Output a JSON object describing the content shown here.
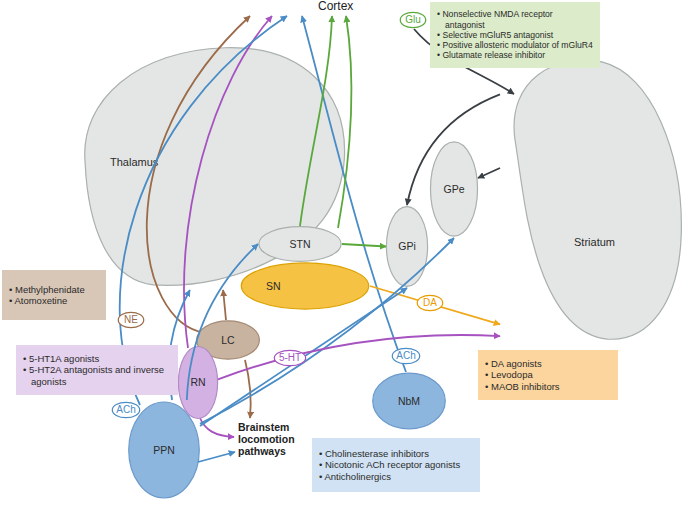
{
  "diagram": {
    "nodes": [
      {
        "text": [
          "• Nonselective NMDA receptor antagonist",
          "• Selective mGluR5 antagonist",
          "• Positive allosteric modulator of mGluR4",
          "• Glutamate release inhibitor"
        ]
      },
      {
        "text": [
          "Glu"
        ]
      },
      {
        "text": [
          "Thalamus"
        ]
      },
      {
        "text": [
          "Striatum"
        ]
      },
      {
        "text": [
          "GPe"
        ]
      },
      {
        "text": [
          "GPi"
        ]
      },
      {
        "text": [
          "STN"
        ]
      },
      {
        "text": [
          "SN"
        ]
      },
      {
        "text": [
          "NE"
        ]
      },
      {
        "text": [
          "• Methylphenidate",
          "• Atomoxetine"
        ]
      },
      {
        "text": [
          "LC"
        ]
      },
      {
        "text": [
          "DA"
        ]
      },
      {
        "text": [
          "• DA agonists",
          "• Levodopa",
          "• MAOB inhibitors"
        ]
      },
      {
        "text": [
          "• 5-HT1A agonists",
          "• 5-HT2A antagonists and inverse agonists"
        ]
      },
      {
        "text": [
          "RN"
        ]
      },
      {
        "text": [
          "ACh"
        ]
      },
      {
        "text": [
          "5-HT"
        ]
      },
      {
        "text": [
          "NbM"
        ]
      },
      {
        "text": [
          "ACh"
        ]
      },
      {
        "text": [
          "PPN"
        ]
      },
      {
        "text": [
          "• Cholinesterase inhibitors",
          "• Nicotonic ACh receptor agonists",
          "• Anticholinergics"
        ]
      }
    ],
    "edges": [
      {
        "from": 6,
        "to": 5,
        "arrow": "to"
      },
      {
        "from": 3,
        "to": 4,
        "arrow": "to"
      },
      {
        "from": 3,
        "to": 5,
        "arrow": "to"
      },
      {
        "from": 7,
        "to": 3,
        "arrow": "to"
      },
      {
        "from": 19,
        "to": 6,
        "arrow": "to"
      },
      {
        "from": 19,
        "to": 5,
        "arrow": "to"
      },
      {
        "from": 19,
        "to": 4,
        "arrow": "to"
      },
      {
        "from": 14,
        "to": 3,
        "arrow": "to"
      },
      {
        "from": 10,
        "to": 2,
        "arrow": "to"
      },
      {
        "from": 19,
        "to": 2,
        "arrow": "to"
      }
    ],
    "labels": [
      "Cortex",
      "Brainstem locomotion pathways"
    ]
  }
}
